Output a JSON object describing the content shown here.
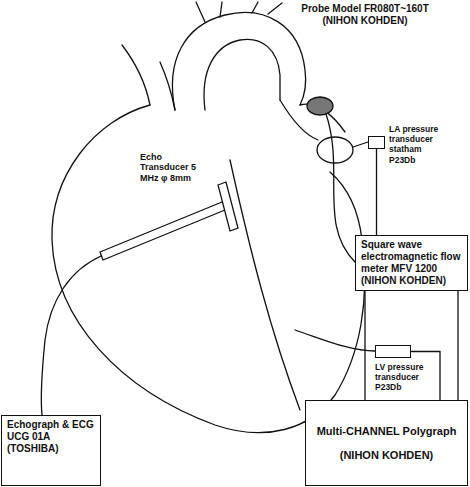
{
  "diagram": {
    "nodes": [
      {
        "text": [
          "LA pressure transducer statham P23Db"
        ]
      },
      {
        "text": [
          "Square wave electromagnetic flow meter MFV 1200 (NIHON KOHDEN)"
        ]
      },
      {
        "text": [
          "LV pressure transducer P23Db"
        ]
      },
      {
        "text": [
          "Echograph & ECG UCG 01A (TOSHIBA)"
        ]
      },
      {
        "text": [
          "Multi-CHANNEL Polygraph (NIHON KOHDEN)"
        ]
      }
    ],
    "edges": [
      {
        "from": 0,
        "to": 1,
        "arrow": "none"
      },
      {
        "from": 1,
        "to": 4,
        "arrow": "none"
      },
      {
        "from": 1,
        "to": 4,
        "arrow": "none"
      },
      {
        "from": 2,
        "to": 4,
        "arrow": "none"
      }
    ],
    "labels": [
      "Probe Model FR080T~160T (NIHON KOHDEN)",
      "Echo Transducer 5 MHz φ 8mm"
    ]
  }
}
